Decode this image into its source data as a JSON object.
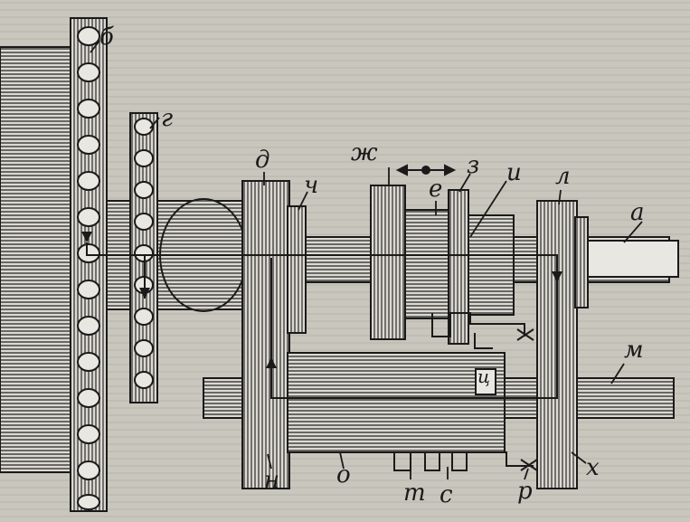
{
  "labels": {
    "a": "а",
    "b": "б",
    "g": "г",
    "d": "д",
    "ch": "ч",
    "zh": "ж",
    "e": "е",
    "z": "з",
    "i": "и",
    "l": "л",
    "m": "м",
    "n": "н",
    "o": "о",
    "t": "т",
    "s": "с",
    "r": "р",
    "kh": "х",
    "ts": "ц"
  },
  "colors": {
    "ink": "#1a1a1a",
    "paper": "#c9c6bd",
    "metal": "#e9e7e1"
  }
}
